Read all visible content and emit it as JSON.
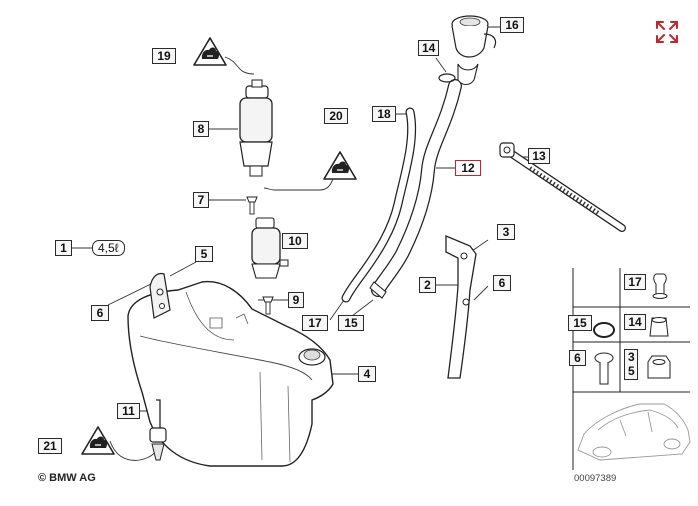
{
  "diagram": {
    "expand_icon_color": "#c0262b",
    "copyright": "© BMW AG",
    "catalog_number": "00097389",
    "capacity_label": "4,5ℓ",
    "selected_part": "12",
    "callouts": [
      "1",
      "2",
      "3",
      "4",
      "5",
      "6",
      "6",
      "7",
      "8",
      "9",
      "10",
      "11",
      "12",
      "13",
      "14",
      "15",
      "16",
      "17",
      "18",
      "19",
      "20",
      "21"
    ],
    "legend_labels": [
      "17",
      "15",
      "14",
      "6",
      "3",
      "5"
    ],
    "icons": [
      "warning-triangle-icon",
      "warning-triangle-icon",
      "warning-triangle-icon",
      "car-silhouette-icon",
      "expand-icon"
    ]
  }
}
